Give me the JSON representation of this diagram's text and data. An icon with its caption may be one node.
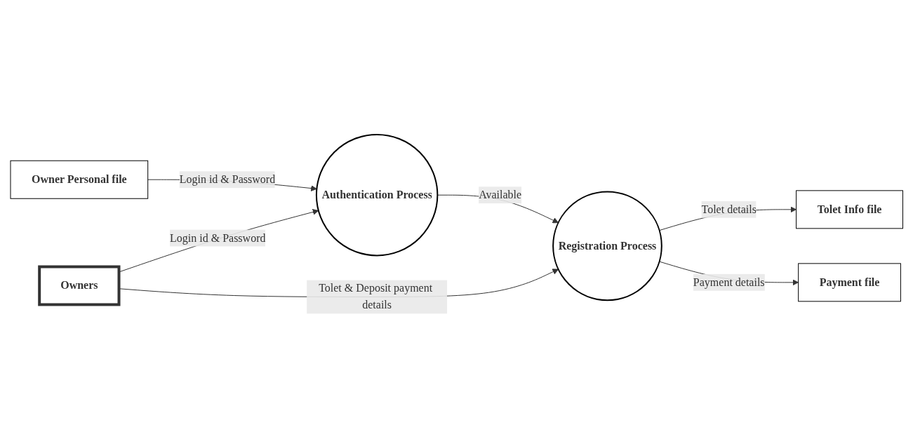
{
  "diagram": {
    "nodes": [
      {
        "text": [
          "Owner Personal file"
        ]
      },
      {
        "text": [
          "Authentication Process"
        ]
      },
      {
        "text": [
          "Owners"
        ]
      },
      {
        "text": [
          "Registration Process"
        ]
      },
      {
        "text": [
          "Tolet Info file"
        ]
      },
      {
        "text": [
          "Payment file"
        ]
      }
    ],
    "edges": [
      {
        "from": 2,
        "to": 1,
        "arrow": "to",
        "label": "Login id & Password"
      },
      {
        "from": 0,
        "to": 1,
        "arrow": "to",
        "label": "Login id & Password"
      },
      {
        "from": 1,
        "to": 3,
        "arrow": "to",
        "label": "Available"
      },
      {
        "from": 2,
        "to": 3,
        "arrow": "to",
        "label": "Tolet & Deposit payment details"
      },
      {
        "from": 3,
        "to": 4,
        "arrow": "to",
        "label": "Tolet details"
      },
      {
        "from": 3,
        "to": 5,
        "arrow": "to",
        "label": "Payment details"
      }
    ]
  }
}
